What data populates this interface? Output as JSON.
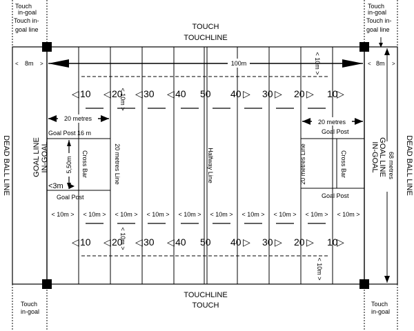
{
  "labels": {
    "touch_top": "TOUCH",
    "touchline_top": "TOUCHLINE",
    "touchline_bottom": "TOUCHLINE",
    "touch_bottom": "TOUCH",
    "dead_ball_line": "DEAD BALL LINE",
    "goal_line": "GOAL LINE",
    "in_goal": "IN-GOAL",
    "halfway_line": "Halfway Line",
    "twenty_metres_line": "20 metres Line",
    "cross_bar": "Cross Bar",
    "goal_post": "Goal Post",
    "goal_post_16m": "Goal Post 16 m",
    "twenty_metres": "20 metres",
    "sixty_eight_metres": "68 metres",
    "hundred_m": "100m",
    "eight_m": "8m",
    "ten_m": "10m",
    "ten_m_bracket": "< 10m >",
    "five_fifty": "5,50m",
    "three_m": "<3m",
    "touch_small": "Touch",
    "in_goal_small": "in-goal",
    "touch_in_small": "Touch in-",
    "goal_line_small": "goal line",
    "arrow_left": "<",
    "arrow_right": ">"
  },
  "yard_marks_left": [
    "10",
    "20",
    "30",
    "40"
  ],
  "yard_marks_center": "50",
  "yard_marks_right": [
    "40",
    "30",
    "20",
    "10"
  ],
  "tri_left": "◁",
  "tri_right": "▷"
}
